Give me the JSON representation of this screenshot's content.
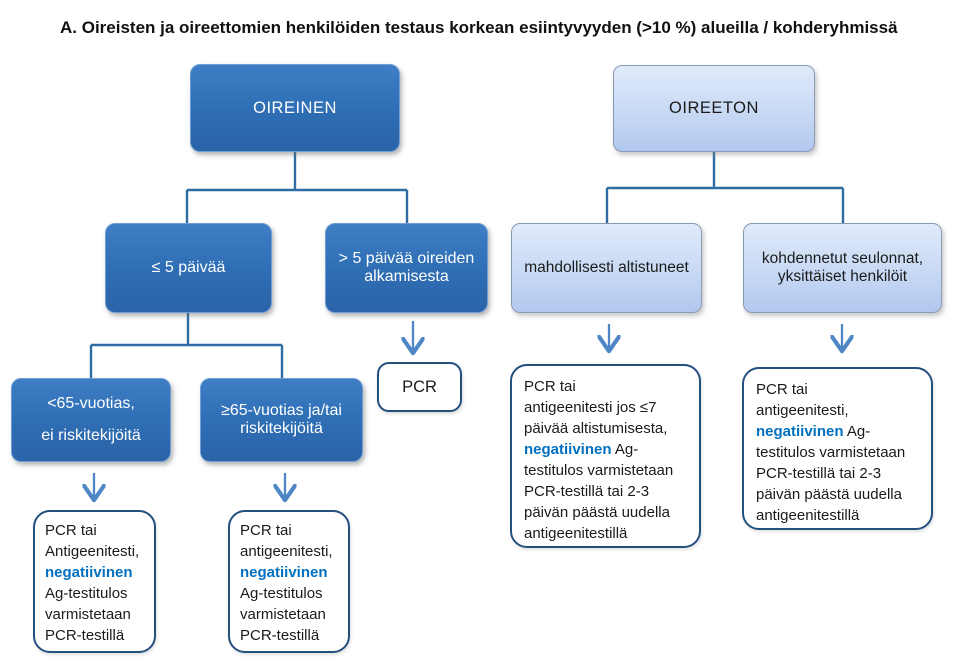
{
  "title": "A. Oireisten ja oireettomien henkilöiden testaus korkean esiintyvyyden (>10 %) alueilla / kohderyhmissä",
  "colors": {
    "dark_node_fill": "#3070b6",
    "light_node_fill": "#c8d9f4",
    "result_border": "#24507f",
    "connector": "#2e6da4",
    "arrow": "#4e86c6",
    "highlight_text": "#0070c0"
  },
  "nodes": {
    "oireinen": {
      "label": "OIREINEN"
    },
    "oireeton": {
      "label": "OIREETON"
    },
    "le5": {
      "label": "≤ 5 päivää"
    },
    "gt5": {
      "label": "> 5 päivää oireiden\nalkamisesta"
    },
    "under65": {
      "label": "<65-vuotias,\nei riskitekijöitä"
    },
    "over65": {
      "label": "≥65-vuotias ja/tai\nriskitekijöitä"
    },
    "pcr": {
      "label": "PCR"
    },
    "altistuneet": {
      "label": "mahdollisesti altistuneet"
    },
    "seulonnat": {
      "label": "kohdennetut seulonnat,\nyksittäiset henkilöit"
    }
  },
  "results": {
    "r1": {
      "pre": "PCR tai\nAntigeenitesti,\n",
      "highlight": "negatiivinen",
      "post": "\nAg-testitulos\nvarmistetaan\nPCR-testillä"
    },
    "r2": {
      "pre": "PCR tai\nantigeenitesti,\n",
      "highlight": "negatiivinen",
      "post": "\nAg-testitulos\nvarmistetaan\nPCR-testillä"
    },
    "r3": {
      "pre": "PCR tai\nantigeenitesti jos ≤7\npäivää altistumisesta,\n",
      "highlight": "negatiivinen",
      "post": " Ag-\ntestitulos varmistetaan\nPCR-testillä tai 2-3\npäivän päästä uudella\nantigeenitestillä"
    },
    "r4": {
      "pre": "PCR tai\nantigeenitesti,\n",
      "highlight": "negatiivinen",
      "post": " Ag-\ntestitulos varmistetaan\nPCR-testillä tai 2-3\npäivän päästä uudella\nantigeenitestillä"
    }
  }
}
